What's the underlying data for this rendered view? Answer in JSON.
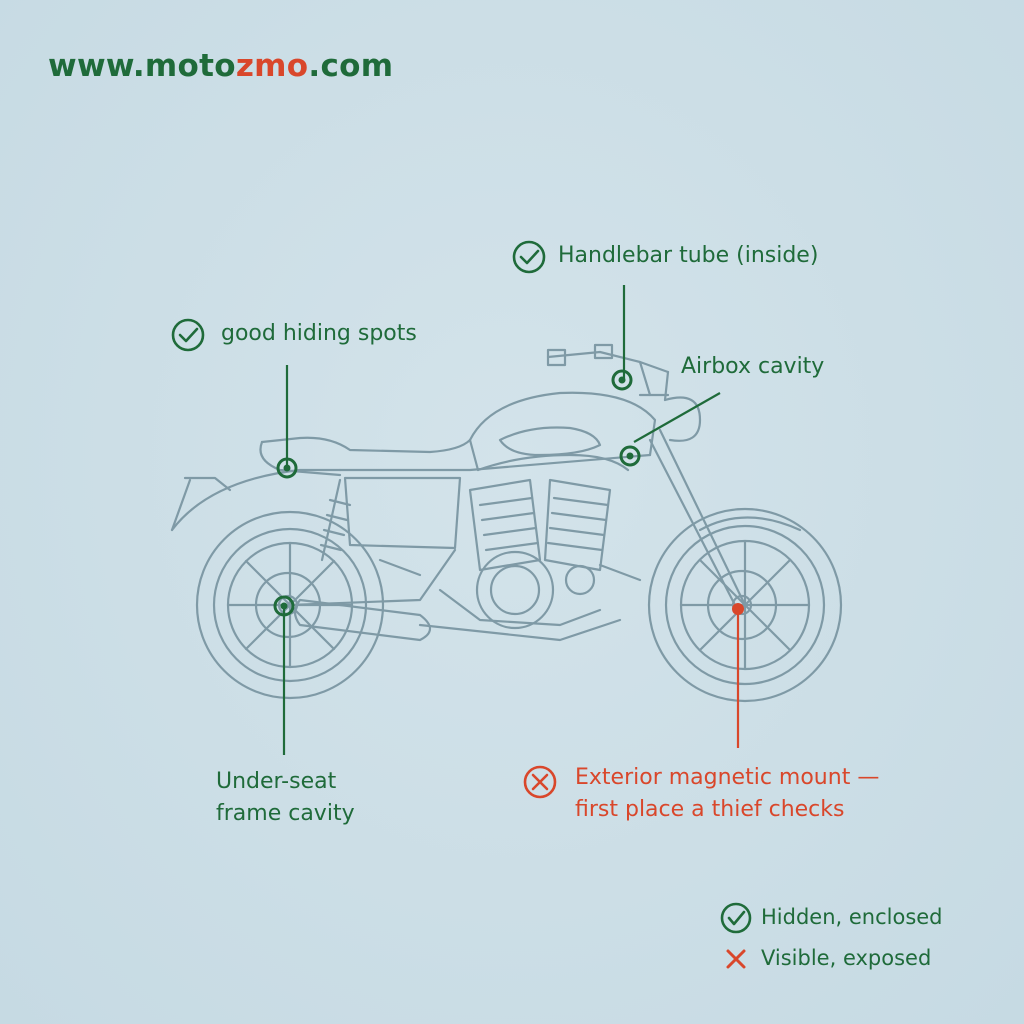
{
  "logo": {
    "prefix": "www.moto",
    "accent": "zmo",
    "suffix": ".com"
  },
  "callouts": {
    "handlebar": "Handlebar tube (inside)",
    "good": "good hiding spots",
    "airbox": "Airbox cavity",
    "underseat_line1": "Under-seat",
    "underseat_line2": "frame cavity",
    "exterior_line1": "Exterior magnetic mount —",
    "exterior_line2": "first place a thief checks"
  },
  "legend": {
    "hidden": "Hidden, enclosed",
    "visible": "Visible, exposed"
  },
  "colors": {
    "green": "#1f6b3a",
    "red": "#d9472b",
    "line_art": "#7f9aa6",
    "background": "#c9dde5"
  },
  "icons": {
    "good": "check-circle-icon",
    "bad": "x-circle-icon",
    "legend_good": "check-circle-icon",
    "legend_bad": "x-icon"
  }
}
